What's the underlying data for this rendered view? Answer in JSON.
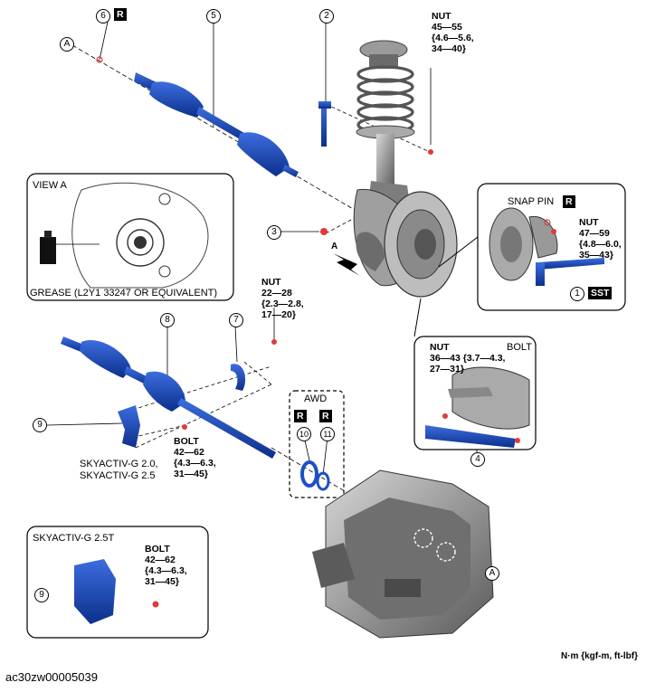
{
  "labels": {
    "letter_a": "A",
    "letter_a2": "A",
    "arrow_a": "A",
    "r": "R",
    "sst": "SST",
    "n6": "6",
    "n5": "5",
    "n2": "2",
    "n3": "3",
    "n1": "1",
    "n8": "8",
    "n7": "7",
    "n9": "9",
    "n9b": "9",
    "n10": "10",
    "n11": "11",
    "n4": "4",
    "nut_top": "NUT\n45—55\n{4.6—5.6,\n34—40}",
    "view_a": "VIEW A",
    "grease": "GREASE (L2Y1 33247 OR EQUIVALENT)",
    "snap_pin": "SNAP PIN",
    "nut_right": "NUT\n47—59\n{4.8—6.0,\n35—43}",
    "nut_mid": "NUT\n22—28\n{2.3—2.8,\n17—20}",
    "nut_lower_right": "NUT\n36—43 {3.7—4.3,\n27—31}",
    "bolt": "BOLT",
    "awd": "AWD",
    "skyactiv_g": "SKYACTIV-G 2.0,\nSKYACTIV-G 2.5",
    "bolt_mid": "BOLT\n42—62\n{4.3—6.3,\n31—45}",
    "skyactiv_25t": "SKYACTIV-G 2.5T",
    "bolt_box": "BOLT\n42—62\n{4.3—6.3,\n31—45}",
    "unit": "N·m {kgf-m, ft-lbf}",
    "footer_code": "ac30zw00005039"
  },
  "colors": {
    "part_blue": "#1f4fc4",
    "part_blue_dark": "#0c2f8a",
    "engine_gray": "#8c8c8c",
    "engine_dark": "#3c3c3c",
    "fastener_red": "#e03a3a"
  }
}
